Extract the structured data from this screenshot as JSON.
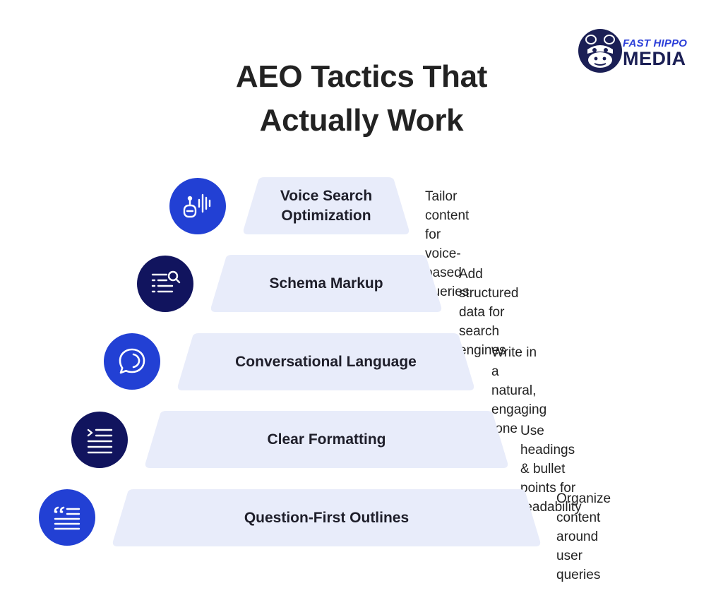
{
  "brand": {
    "line1": "FAST HIPPO",
    "line2": "MEDIA",
    "icon": "hippo-logo-icon"
  },
  "title": {
    "line1": "AEO Tactics That",
    "line2": "Actually Work"
  },
  "colors": {
    "trapezoid": "#e8ecfa",
    "blue_circle": "#2240d4",
    "navy_circle": "#11145e",
    "text_dark": "#1e1e2a"
  },
  "tactics": [
    {
      "label_line1": "Voice Search",
      "label_line2": "Optimization",
      "description_line1": "Tailor content for voice-based",
      "description_line2": "queries",
      "description_line3": "",
      "icon": "voice-search-robot-icon",
      "icon_color": "#2240d4"
    },
    {
      "label_line1": "Schema Markup",
      "label_line2": "",
      "description_line1": "Add structured data for",
      "description_line2": "search engines",
      "description_line3": "",
      "icon": "list-search-icon",
      "icon_color": "#11145e"
    },
    {
      "label_line1": "Conversational Language",
      "label_line2": "",
      "description_line1": "Write in a natural,",
      "description_line2": "engaging tone",
      "description_line3": "",
      "icon": "chat-bubble-icon",
      "icon_color": "#2240d4"
    },
    {
      "label_line1": "Clear Formatting",
      "label_line2": "",
      "description_line1": "Use headings & bullet",
      "description_line2": "points for readability",
      "description_line3": "",
      "icon": "formatted-list-icon",
      "icon_color": "#11145e"
    },
    {
      "label_line1": "Question-First Outlines",
      "label_line2": "",
      "description_line1": "Organize content",
      "description_line2": "around user",
      "description_line3": "queries",
      "icon": "quote-lines-icon",
      "icon_color": "#2240d4"
    }
  ]
}
